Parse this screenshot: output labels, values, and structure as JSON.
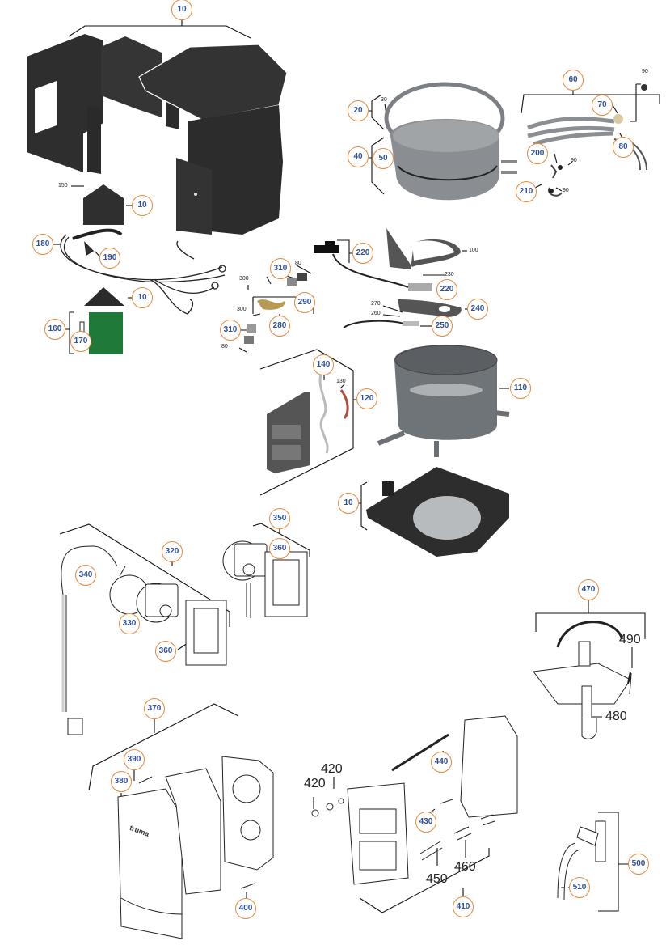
{
  "diagram": {
    "title": "Exploded parts diagram - water heater assembly",
    "colors": {
      "callout_border": "#e8893a",
      "callout_text": "#2f4f9a",
      "part_dark": "#2e2e2e",
      "part_grey": "#6f7478",
      "circuit_board": "#1f7a3a",
      "lines": "#111111"
    },
    "callouts": [
      {
        "id": "c10a",
        "label": "10"
      },
      {
        "id": "c10b",
        "label": "10"
      },
      {
        "id": "c10c",
        "label": "10"
      },
      {
        "id": "c10d",
        "label": "10"
      },
      {
        "id": "c20",
        "label": "20"
      },
      {
        "id": "c40",
        "label": "40"
      },
      {
        "id": "c50",
        "label": "50"
      },
      {
        "id": "c60",
        "label": "60"
      },
      {
        "id": "c70",
        "label": "70"
      },
      {
        "id": "c80",
        "label": "80"
      },
      {
        "id": "c110",
        "label": "110"
      },
      {
        "id": "c120",
        "label": "120"
      },
      {
        "id": "c140",
        "label": "140"
      },
      {
        "id": "c160",
        "label": "160"
      },
      {
        "id": "c170",
        "label": "170"
      },
      {
        "id": "c180",
        "label": "180"
      },
      {
        "id": "c190",
        "label": "190"
      },
      {
        "id": "c200",
        "label": "200"
      },
      {
        "id": "c210",
        "label": "210"
      },
      {
        "id": "c220a",
        "label": "220"
      },
      {
        "id": "c220b",
        "label": "220"
      },
      {
        "id": "c240",
        "label": "240"
      },
      {
        "id": "c250",
        "label": "250"
      },
      {
        "id": "c280",
        "label": "280"
      },
      {
        "id": "c290",
        "label": "290"
      },
      {
        "id": "c310a",
        "label": "310"
      },
      {
        "id": "c310b",
        "label": "310"
      },
      {
        "id": "c320",
        "label": "320"
      },
      {
        "id": "c330",
        "label": "330"
      },
      {
        "id": "c340",
        "label": "340"
      },
      {
        "id": "c350",
        "label": "350"
      },
      {
        "id": "c360a",
        "label": "360"
      },
      {
        "id": "c360b",
        "label": "360"
      },
      {
        "id": "c370",
        "label": "370"
      },
      {
        "id": "c380",
        "label": "380"
      },
      {
        "id": "c390",
        "label": "390"
      },
      {
        "id": "c400",
        "label": "400"
      },
      {
        "id": "c410",
        "label": "410"
      },
      {
        "id": "c430",
        "label": "430"
      },
      {
        "id": "c440",
        "label": "440"
      },
      {
        "id": "c470",
        "label": "470"
      },
      {
        "id": "c500",
        "label": "500"
      },
      {
        "id": "c510",
        "label": "510"
      }
    ],
    "plain_labels": [
      {
        "id": "p30",
        "label": "30"
      },
      {
        "id": "p90a",
        "label": "90"
      },
      {
        "id": "p90b",
        "label": "90"
      },
      {
        "id": "p90c",
        "label": "90"
      },
      {
        "id": "p150",
        "label": "150"
      },
      {
        "id": "p80a",
        "label": "80"
      },
      {
        "id": "p80b",
        "label": "80"
      },
      {
        "id": "p300a",
        "label": "300"
      },
      {
        "id": "p300b",
        "label": "300"
      },
      {
        "id": "p100",
        "label": "100"
      },
      {
        "id": "p230",
        "label": "230"
      },
      {
        "id": "p270",
        "label": "270"
      },
      {
        "id": "p260",
        "label": "260"
      },
      {
        "id": "p130",
        "label": "130"
      },
      {
        "id": "p420a",
        "label": "420"
      },
      {
        "id": "p420b",
        "label": "420"
      },
      {
        "id": "p450",
        "label": "450"
      },
      {
        "id": "p460",
        "label": "460"
      },
      {
        "id": "p480",
        "label": "480"
      },
      {
        "id": "p490",
        "label": "490"
      }
    ],
    "brand_text": "truma"
  }
}
